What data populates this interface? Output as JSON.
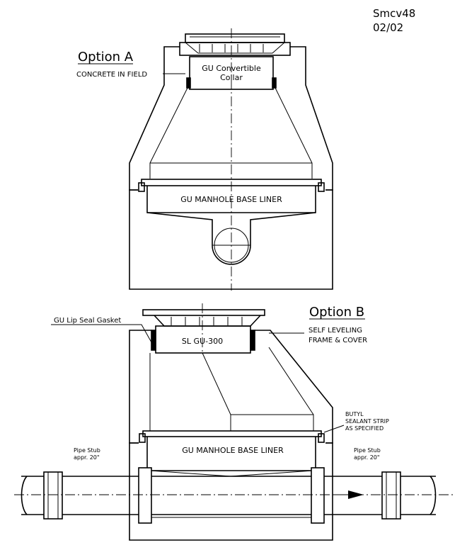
{
  "drawing_id": "Smcv48",
  "revision": "02/02",
  "option_a": {
    "title": "Option A",
    "subtitle": "CONCRETE IN FIELD",
    "collar_label_line1": "GU Convertible",
    "collar_label_line2": "Collar",
    "liner_label": "GU MANHOLE BASE LINER"
  },
  "option_b": {
    "title": "Option B",
    "subtitle_line1": "SELF LEVELING",
    "subtitle_line2": "FRAME & COVER",
    "gasket_label": "GU Lip Seal Gasket",
    "collar_label": "SL GU-300",
    "liner_label": "GU MANHOLE BASE LINER",
    "sealant_line1": "BUTYL",
    "sealant_line2": "SEALANT STRIP",
    "sealant_line3": "AS SPECIFIED",
    "pipe_left_line1": "Pipe Stub",
    "pipe_left_line2": "appr. 20\"",
    "pipe_right_line1": "Pipe Stub",
    "pipe_right_line2": "appr. 20\""
  }
}
